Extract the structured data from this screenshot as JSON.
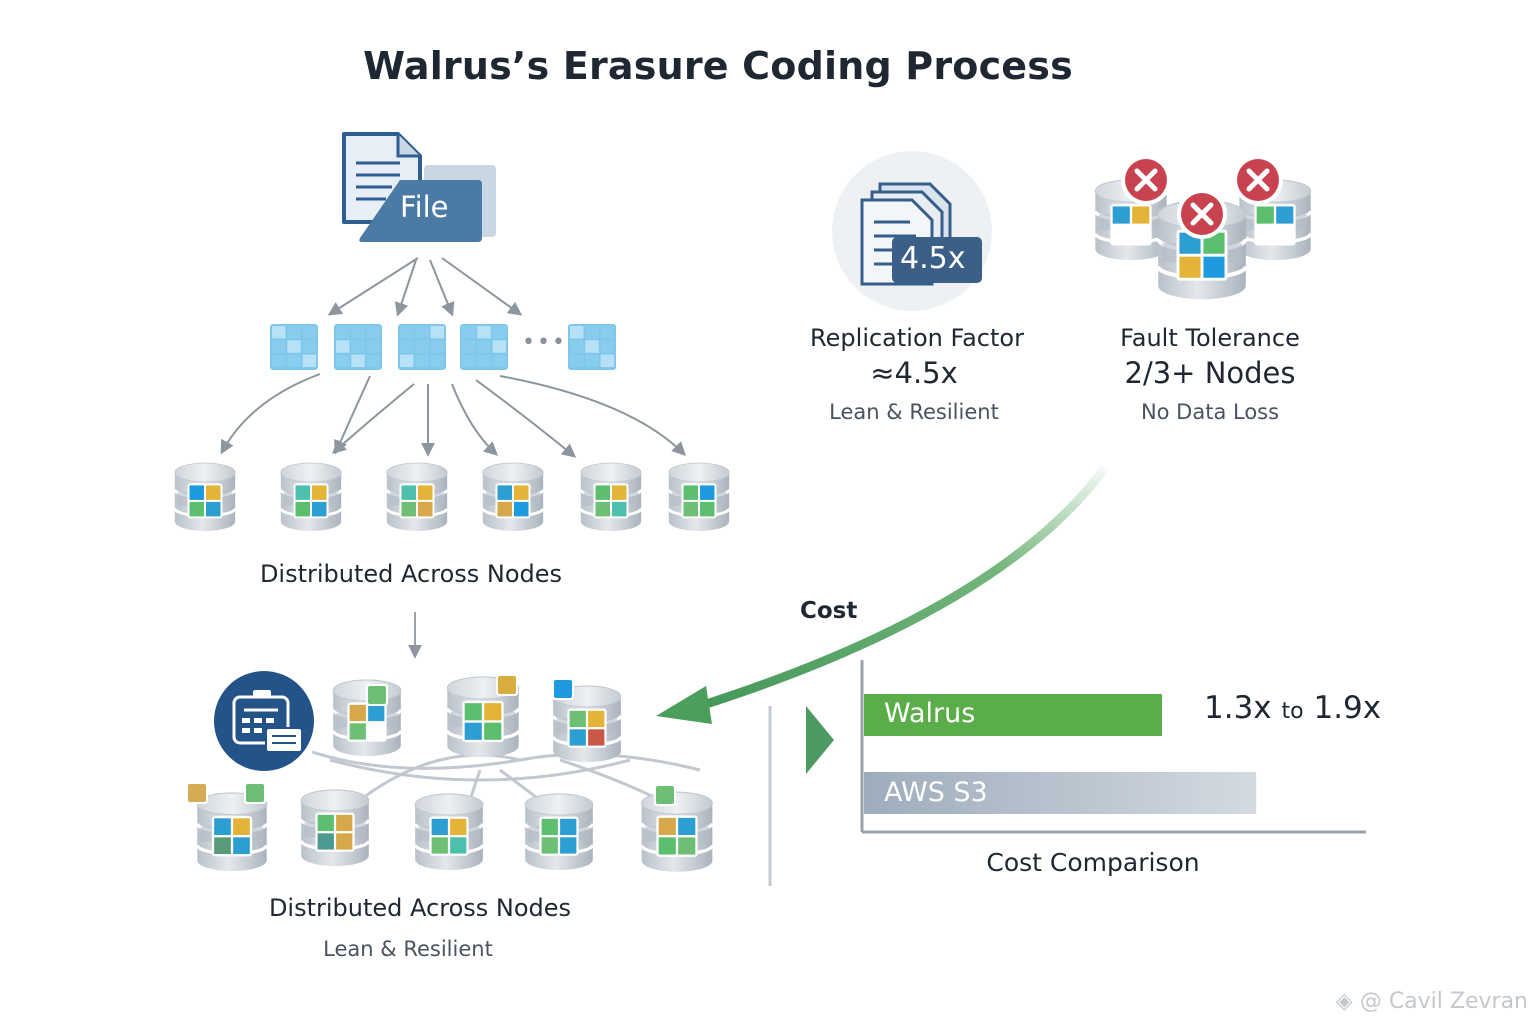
{
  "title": "Walrus’s Erasure Coding Process",
  "file_icon": {
    "label": "File"
  },
  "slivers": {
    "count_shown": 5,
    "ellipsis": "•••"
  },
  "top_nodes": {
    "label": "Distributed Across Nodes",
    "count": 6
  },
  "bottom_nodes": {
    "label": "Distributed Across Nodes",
    "sublabel": "Lean & Resilient"
  },
  "replication": {
    "badge": "4.5x",
    "title": "Replication Factor",
    "value": "≈4.5x",
    "subtitle": "Lean & Resilient"
  },
  "fault_tolerance": {
    "title": "Fault Tolerance",
    "value": "2/3+ Nodes",
    "subtitle": "No Data Loss"
  },
  "cost_arrow_label": "Cost",
  "colors": {
    "walrus_green": "#5aad48",
    "aws_gray": "#a9b6c4",
    "navy": "#2d5282",
    "error_red": "#c8434f",
    "arrow_green": "#4e9f5a"
  },
  "chart_data": {
    "type": "bar",
    "orientation": "horizontal",
    "title": "Cost Comparison",
    "categories": [
      "Walrus",
      "AWS S3"
    ],
    "values": [
      1.9,
      2.5
    ],
    "annotations": [
      {
        "category": "Walrus",
        "text_main_a": "1.3x",
        "text_small": "to",
        "text_main_b": "1.9x"
      }
    ],
    "xlabel": "Cost Comparison",
    "ylabel": "",
    "xlim": [
      0,
      3.2
    ],
    "grid": false
  },
  "watermark": "@ Cavil Zevran"
}
